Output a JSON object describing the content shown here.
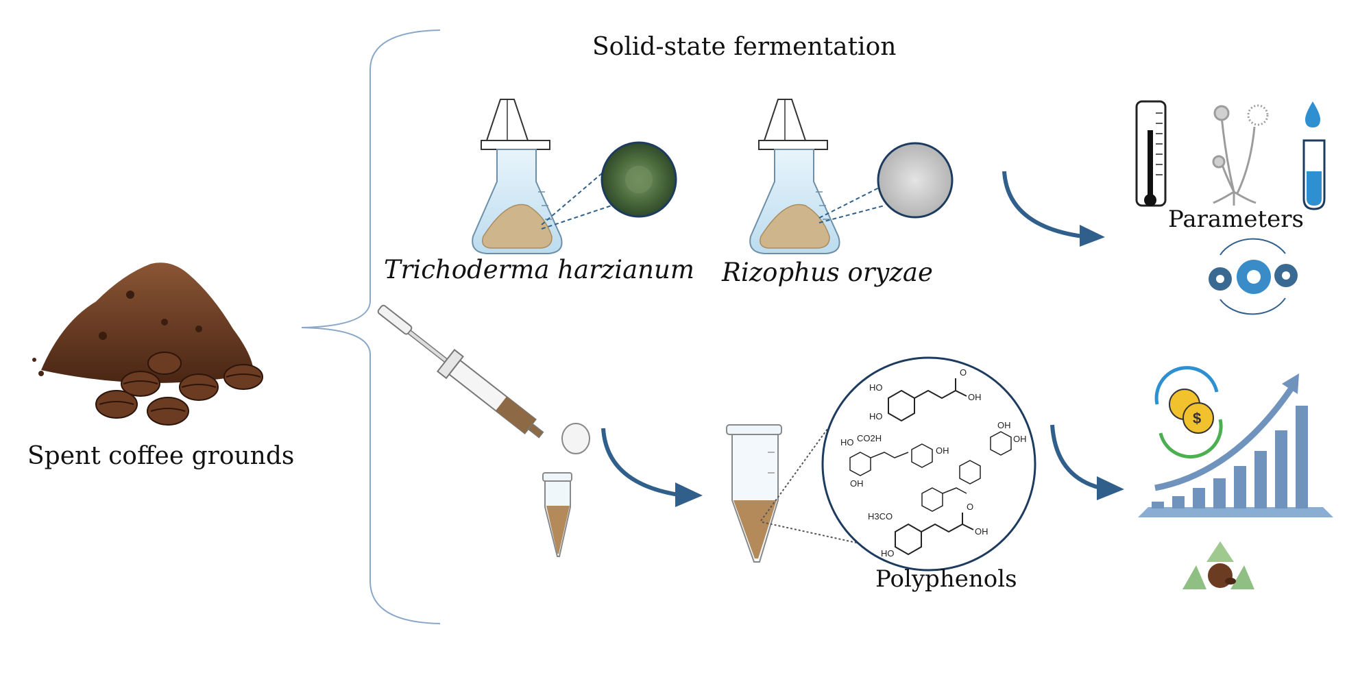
{
  "diagram": {
    "title": "Solid-state fermentation",
    "substrate_label": "Spent coffee grounds",
    "organisms": [
      {
        "name": "Trichoderma harzianum",
        "colony_color": "#4b6b3c"
      },
      {
        "name": "Rizophus oryzae",
        "colony_color": "#c8c8c8"
      }
    ],
    "parameters_label": "Parameters",
    "product_label": "Polyphenols",
    "chemistry": {
      "caffeic": {
        "ho1": "HO",
        "ho2": "HO",
        "oh": "OH",
        "o": "O"
      },
      "chlorogenic": {
        "ho": "HO",
        "co2h": "CO2H",
        "oh1": "OH",
        "oh2": "OH",
        "oh3": "OH",
        "oh4": "OH"
      },
      "ferulic": {
        "h3co": "H3CO",
        "ho": "HO",
        "oh": "OH",
        "o": "O"
      }
    },
    "colors": {
      "arrow": "#2f5f8a",
      "chart": "#6f93bd",
      "coffee": "#6b3b22",
      "gear": "#3a8cc9",
      "recycle": "#8fbf83"
    }
  }
}
